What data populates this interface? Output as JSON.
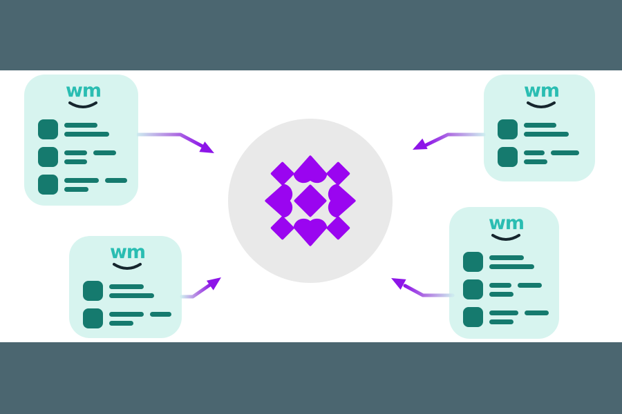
{
  "brand": {
    "logo_text": "wm"
  },
  "colors": {
    "top_bar": "#4b6670",
    "bottom_bar": "#4b6670",
    "card_bg": "#d7f4ef",
    "card_accent": "#157a6e",
    "logo_teal": "#2abdb2",
    "smile": "#16262e",
    "hub_circle": "#e9e9e9",
    "hub_icon_purple": "#9a05f0",
    "arrow_purple": "#8d15e8",
    "arrow_mint": "#cdeaef"
  },
  "cards": [
    {
      "id": "top-left",
      "rows": [
        {
          "lines": [
            [
              48
            ],
            [
              65
            ]
          ]
        },
        {
          "lines": [
            [
              33,
              33
            ],
            [
              33
            ]
          ]
        },
        {
          "lines": [
            [
              50,
              32
            ],
            [
              35
            ]
          ]
        }
      ]
    },
    {
      "id": "top-right",
      "rows": [
        {
          "lines": [
            [
              47
            ],
            [
              65
            ]
          ]
        },
        {
          "lines": [
            [
              30,
              41
            ],
            [
              34
            ]
          ]
        }
      ]
    },
    {
      "id": "bottom-left",
      "rows": [
        {
          "lines": [
            [
              50
            ],
            [
              65
            ]
          ]
        },
        {
          "lines": [
            [
              50,
              31
            ],
            [
              35
            ]
          ]
        }
      ]
    },
    {
      "id": "bottom-right",
      "rows": [
        {
          "lines": [
            [
              50
            ],
            [
              65
            ]
          ]
        },
        {
          "lines": [
            [
              32,
              35
            ],
            [
              35
            ]
          ]
        },
        {
          "lines": [
            [
              42,
              35
            ],
            [
              35
            ]
          ]
        }
      ]
    }
  ],
  "hub": {
    "icon": "listing-sync-hub-icon"
  },
  "arrows": [
    {
      "id": "top-left",
      "direction": "card-to-hub"
    },
    {
      "id": "top-right",
      "direction": "card-to-hub"
    },
    {
      "id": "bottom-left",
      "direction": "card-to-hub"
    },
    {
      "id": "bottom-right",
      "direction": "card-to-hub"
    }
  ]
}
